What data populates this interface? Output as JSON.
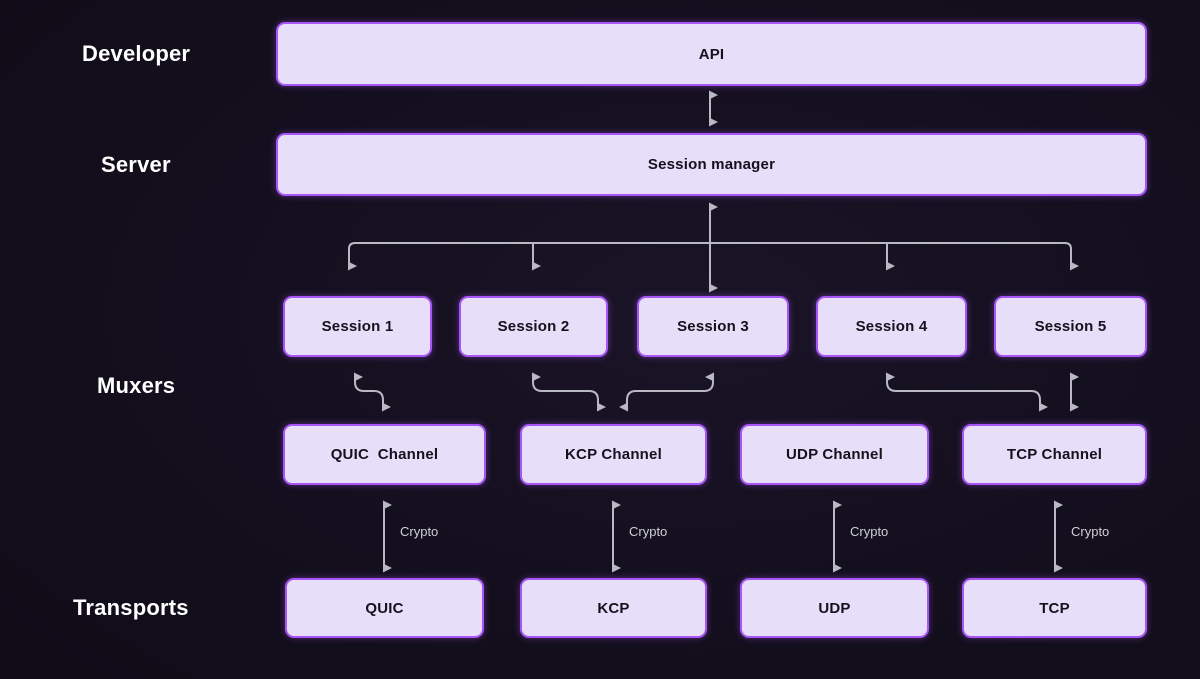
{
  "diagram": {
    "title": "Network stack layering diagram",
    "background_color": "#130e1c",
    "node_fill": "#e7dffa",
    "node_border": "#a855f7",
    "connector_color": "#b9b9c4",
    "label_color": "#ffffff"
  },
  "row_labels": [
    {
      "id": "developer",
      "text": "Developer"
    },
    {
      "id": "server",
      "text": "Server"
    },
    {
      "id": "muxers",
      "text": "Muxers"
    },
    {
      "id": "transports",
      "text": "Transports"
    }
  ],
  "nodes": {
    "api": {
      "label": "API"
    },
    "session_manager": {
      "label": "Session manager"
    },
    "sessions": [
      {
        "label": "Session 1"
      },
      {
        "label": "Session 2"
      },
      {
        "label": "Session 3"
      },
      {
        "label": "Session 4"
      },
      {
        "label": "Session 5"
      }
    ],
    "channels": [
      {
        "label": "QUIC  Channel"
      },
      {
        "label": "KCP Channel"
      },
      {
        "label": "UDP Channel"
      },
      {
        "label": "TCP Channel"
      }
    ],
    "transports": [
      {
        "label": "QUIC"
      },
      {
        "label": "KCP"
      },
      {
        "label": "UDP"
      },
      {
        "label": "TCP"
      }
    ]
  },
  "edge_labels": [
    {
      "id": "crypto-quic",
      "text": "Crypto"
    },
    {
      "id": "crypto-kcp",
      "text": "Crypto"
    },
    {
      "id": "crypto-udp",
      "text": "Crypto"
    },
    {
      "id": "crypto-tcp",
      "text": "Crypto"
    }
  ]
}
